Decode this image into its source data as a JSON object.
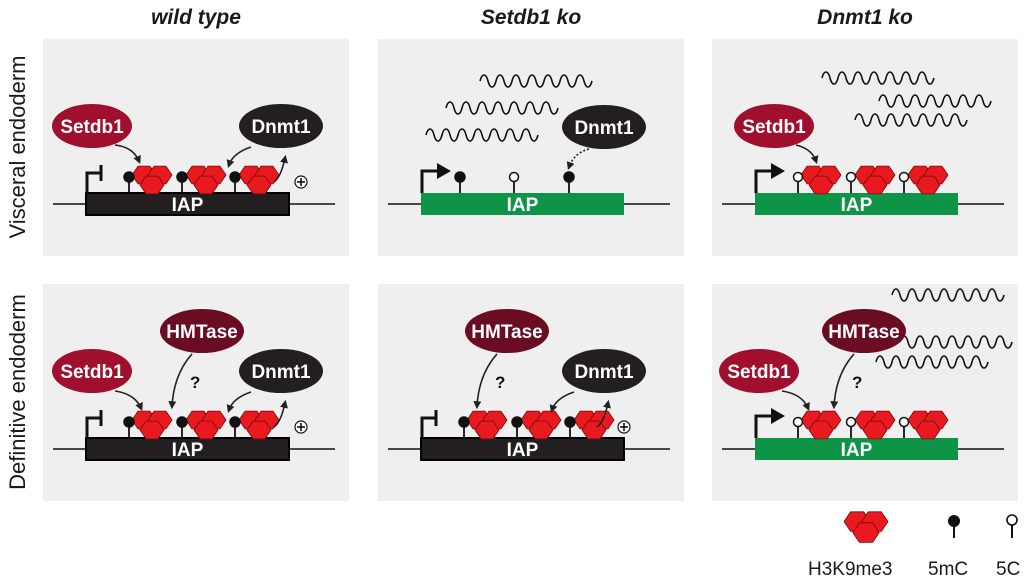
{
  "columns": [
    {
      "title": "wild type"
    },
    {
      "title": "Setdb1 ko"
    },
    {
      "title": "Dnmt1 ko"
    }
  ],
  "rows": [
    {
      "label": "Visceral endoderm"
    },
    {
      "label": "Definitive endoderm"
    }
  ],
  "colors": {
    "panel_bg": "#efefef",
    "silenced_iap": "#231f20",
    "active_iap": "#0d9447",
    "setdb1": "#a0102e",
    "hmtase": "#6a0d22",
    "dnmt1": "#231f20",
    "h3k9me3": "#e8191f"
  },
  "labels": {
    "iap": "IAP",
    "setdb1": "Setdb1",
    "dnmt1": "Dnmt1",
    "hmtase": "HMTase",
    "question": "?",
    "plus": "+"
  },
  "panels": [
    {
      "id": "ve-wt",
      "iap_state": "silenced",
      "promoter": "blocked",
      "marks": [
        "5mC",
        "5mC",
        "5mC"
      ],
      "h3k9me3_clusters": 3,
      "enzymes": [
        "Setdb1",
        "Dnmt1"
      ],
      "transcripts": 0
    },
    {
      "id": "ve-setdb1ko",
      "iap_state": "active",
      "promoter": "active",
      "marks": [
        "5mC",
        "5C",
        "5mC"
      ],
      "h3k9me3_clusters": 0,
      "enzymes": [
        "Dnmt1"
      ],
      "transcripts": 3
    },
    {
      "id": "ve-dnmt1ko",
      "iap_state": "active",
      "promoter": "active",
      "marks": [
        "5C",
        "5C",
        "5C"
      ],
      "h3k9me3_clusters": 3,
      "enzymes": [
        "Setdb1"
      ],
      "transcripts": 3
    },
    {
      "id": "de-wt",
      "iap_state": "silenced",
      "promoter": "blocked",
      "marks": [
        "5mC",
        "5mC",
        "5mC"
      ],
      "h3k9me3_clusters": 3,
      "enzymes": [
        "Setdb1",
        "HMTase",
        "Dnmt1"
      ],
      "transcripts": 0
    },
    {
      "id": "de-setdb1ko",
      "iap_state": "silenced",
      "promoter": "blocked",
      "marks": [
        "5mC",
        "5mC",
        "5mC"
      ],
      "h3k9me3_clusters": 3,
      "enzymes": [
        "HMTase",
        "Dnmt1"
      ],
      "transcripts": 0
    },
    {
      "id": "de-dnmt1ko",
      "iap_state": "active",
      "promoter": "active",
      "marks": [
        "5C",
        "5C",
        "5C"
      ],
      "h3k9me3_clusters": 3,
      "enzymes": [
        "Setdb1",
        "HMTase"
      ],
      "transcripts": 3
    }
  ],
  "legend": [
    {
      "name": "H3K9me3",
      "symbol": "hexagon-cluster"
    },
    {
      "name": "5mC",
      "symbol": "filled-lollipop"
    },
    {
      "name": "5C",
      "symbol": "open-lollipop"
    }
  ]
}
